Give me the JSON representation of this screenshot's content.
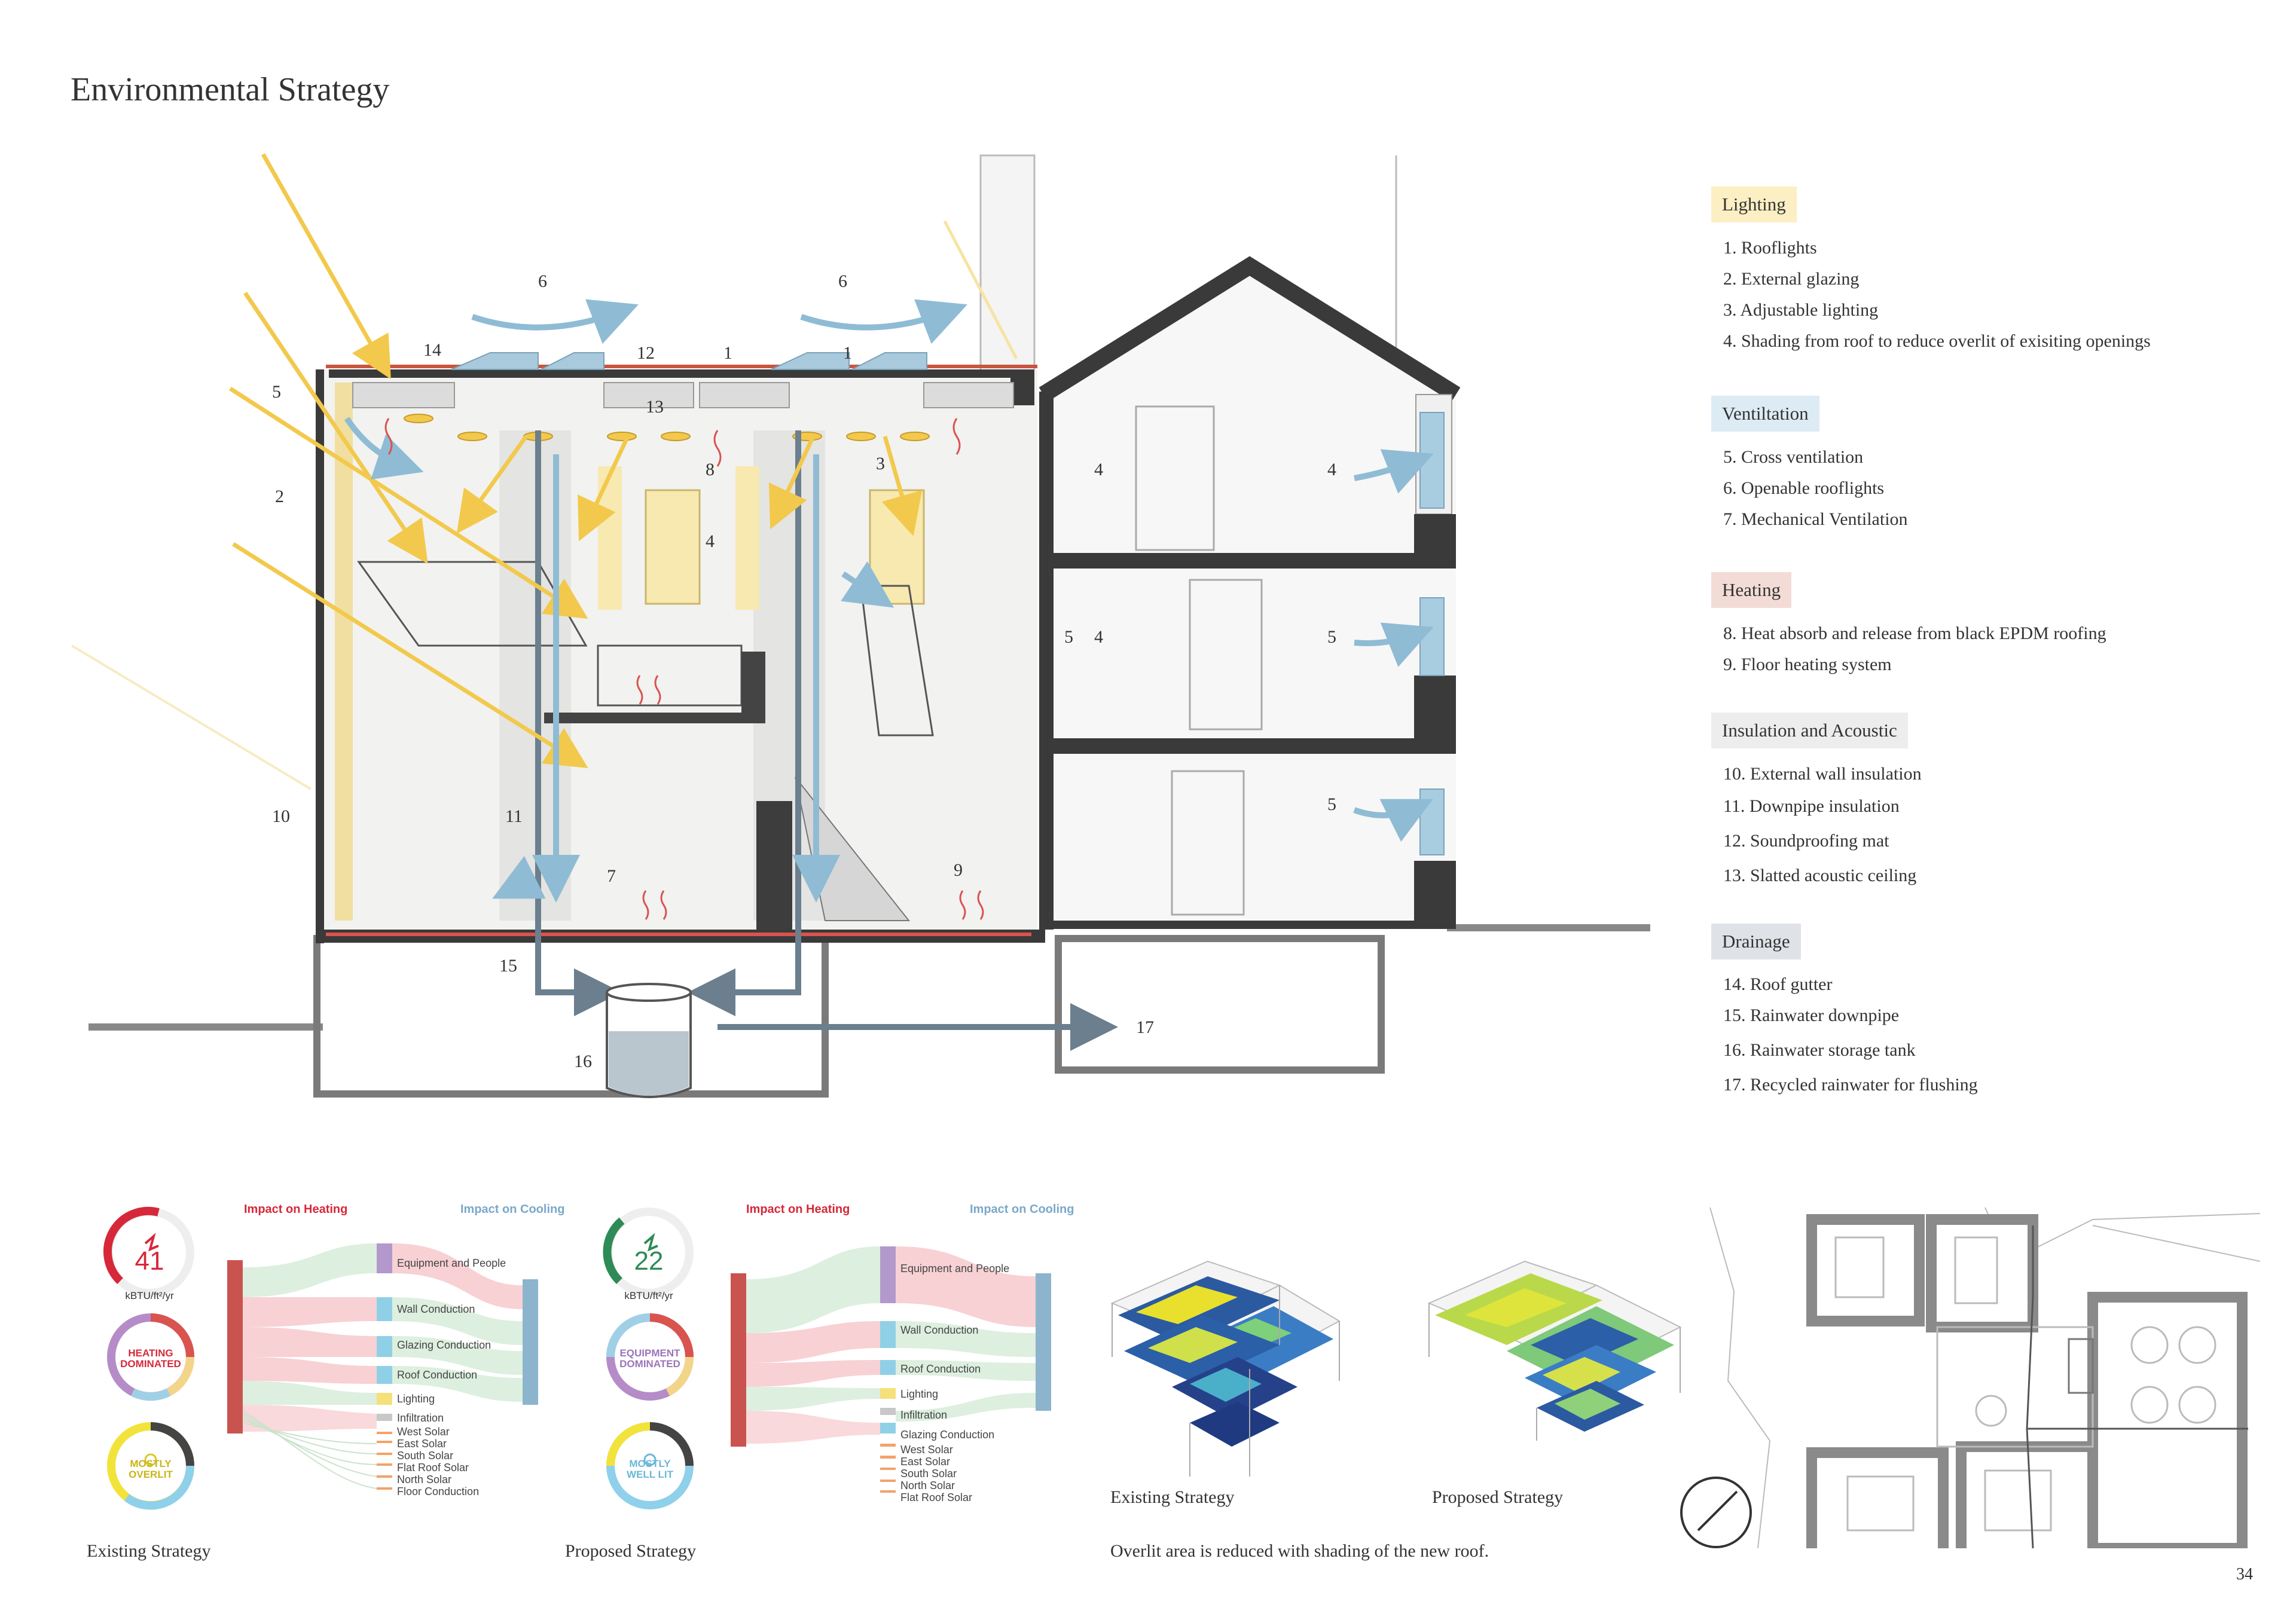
{
  "page": {
    "title": "Environmental Strategy",
    "page_number": "34"
  },
  "section": {
    "numbers": [
      "1",
      "1",
      "2",
      "3",
      "4",
      "4",
      "4",
      "4",
      "5",
      "5",
      "5",
      "5",
      "6",
      "6",
      "7",
      "8",
      "9",
      "10",
      "11",
      "12",
      "13",
      "14",
      "15",
      "16",
      "17"
    ]
  },
  "legend": {
    "lighting": {
      "title": "Lighting",
      "color": "#fcefc3",
      "items": [
        "1. Rooflights",
        "2. External glazing",
        "3. Adjustable lighting",
        "4. Shading from roof  to reduce overlit of exisiting openings"
      ]
    },
    "ventilation": {
      "title": "Ventiltation",
      "color": "#dcebf4",
      "items": [
        "5. Cross ventilation",
        "6. Openable rooflights",
        "7. Mechanical Ventilation"
      ]
    },
    "heating": {
      "title": "Heating",
      "color": "#f4dcd6",
      "items": [
        "8. Heat absorb and release from black EPDM roofing",
        "9. Floor heating system"
      ]
    },
    "insulation": {
      "title": "Insulation and Acoustic",
      "color": "#ededed",
      "items": [
        "10. External wall insulation",
        "11. Downpipe insulation",
        "12. Soundproofing mat",
        "13. Slatted acoustic ceiling"
      ]
    },
    "drainage": {
      "title": "Drainage",
      "color": "#dfe3e7",
      "items": [
        "14. Roof  gutter",
        "15. Rainwater downpipe",
        "16. Rainwater storage tank",
        "17. Recycled rainwater for flushing"
      ]
    }
  },
  "existing": {
    "gauge_value": "41",
    "unit": "kBTU/ft²/yr",
    "badge1": "HEATING DOMINATED",
    "badge2": "MOSTLY OVERLIT",
    "impact_heating": "Impact on Heating",
    "impact_cooling": "Impact on Cooling",
    "sankey_labels": [
      "Equipment and People",
      "Wall Conduction",
      "Glazing Conduction",
      "Roof Conduction",
      "Lighting",
      "Infiltration",
      "West Solar",
      "East Solar",
      "South Solar",
      "Flat Roof Solar",
      "North Solar",
      "Floor Conduction"
    ],
    "caption": "Existing Strategy"
  },
  "proposed": {
    "gauge_value": "22",
    "unit": "kBTU/ft²/yr",
    "badge1": "EQUIPMENT DOMINATED",
    "badge2": "MOSTLY WELL LIT",
    "impact_heating": "Impact on Heating",
    "impact_cooling": "Impact on Cooling",
    "sankey_labels": [
      "Equipment and People",
      "Wall Conduction",
      "Roof Conduction",
      "Lighting",
      "Infiltration",
      "Glazing Conduction",
      "West Solar",
      "East Solar",
      "South Solar",
      "North Solar",
      "Flat Roof Solar"
    ],
    "caption": "Proposed Strategy"
  },
  "daylight": {
    "existing_caption": "Existing Strategy",
    "proposed_caption": "Proposed Strategy",
    "note": "Overlit area is reduced with shading of the new roof."
  },
  "colors": {
    "sun": "#f2c94c",
    "air": "#8fbcd4",
    "heat": "#d9534f",
    "wall": "#3a3a3a",
    "water": "#6b7f8e"
  }
}
